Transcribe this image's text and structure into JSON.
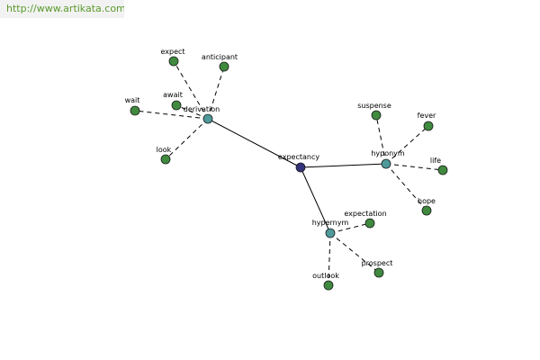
{
  "banner": {
    "url": "http://www.artikata.com"
  },
  "colors": {
    "root": "#33337a",
    "category": "#4f9a9a",
    "leaf": "#3f8a3f"
  },
  "graph": {
    "root": "expectancy",
    "nodes": [
      {
        "id": "expectancy",
        "label": "expectancy",
        "kind": "root"
      },
      {
        "id": "derivation",
        "label": "derivation",
        "kind": "category"
      },
      {
        "id": "hyponym",
        "label": "hyponym",
        "kind": "category"
      },
      {
        "id": "hypernym",
        "label": "hypernym",
        "kind": "category"
      },
      {
        "id": "expect",
        "label": "expect",
        "kind": "leaf"
      },
      {
        "id": "anticipant",
        "label": "anticipant",
        "kind": "leaf"
      },
      {
        "id": "wait",
        "label": "wait",
        "kind": "leaf"
      },
      {
        "id": "await",
        "label": "await",
        "kind": "leaf"
      },
      {
        "id": "look",
        "label": "look",
        "kind": "leaf"
      },
      {
        "id": "suspense",
        "label": "suspense",
        "kind": "leaf"
      },
      {
        "id": "fever",
        "label": "fever",
        "kind": "leaf"
      },
      {
        "id": "life",
        "label": "life",
        "kind": "leaf"
      },
      {
        "id": "hope",
        "label": "hope",
        "kind": "leaf"
      },
      {
        "id": "expectation",
        "label": "expectation",
        "kind": "leaf"
      },
      {
        "id": "prospect",
        "label": "prospect",
        "kind": "leaf"
      },
      {
        "id": "outlook",
        "label": "outlook",
        "kind": "leaf"
      }
    ],
    "edges": [
      {
        "from": "expectancy",
        "to": "derivation",
        "style": "solid"
      },
      {
        "from": "expectancy",
        "to": "hyponym",
        "style": "solid"
      },
      {
        "from": "expectancy",
        "to": "hypernym",
        "style": "solid"
      },
      {
        "from": "derivation",
        "to": "expect",
        "style": "dashed"
      },
      {
        "from": "derivation",
        "to": "anticipant",
        "style": "dashed"
      },
      {
        "from": "derivation",
        "to": "wait",
        "style": "dashed"
      },
      {
        "from": "derivation",
        "to": "await",
        "style": "dashed"
      },
      {
        "from": "derivation",
        "to": "look",
        "style": "dashed"
      },
      {
        "from": "hyponym",
        "to": "suspense",
        "style": "dashed"
      },
      {
        "from": "hyponym",
        "to": "fever",
        "style": "dashed"
      },
      {
        "from": "hyponym",
        "to": "life",
        "style": "dashed"
      },
      {
        "from": "hyponym",
        "to": "hope",
        "style": "dashed"
      },
      {
        "from": "hypernym",
        "to": "expectation",
        "style": "dashed"
      },
      {
        "from": "hypernym",
        "to": "prospect",
        "style": "dashed"
      },
      {
        "from": "hypernym",
        "to": "outlook",
        "style": "dashed"
      }
    ]
  }
}
